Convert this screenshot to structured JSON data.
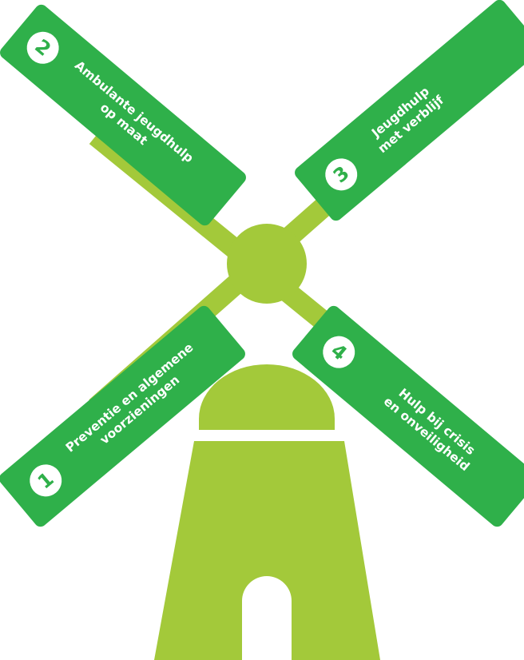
{
  "colors": {
    "blade": "#2fb04a",
    "body": "#a3c93a",
    "background": "#ffffff"
  },
  "blades": [
    {
      "number": "1",
      "line1": "Preventie en algemene",
      "line2": "voorzieningen"
    },
    {
      "number": "2",
      "line1": "Ambulante jeugdhulp",
      "line2": "op maat"
    },
    {
      "number": "3",
      "line1": "Jeugdhulp",
      "line2": "met verblijf"
    },
    {
      "number": "4",
      "line1": "Hulp bij crisis",
      "line2": "en onveiligheid"
    }
  ]
}
